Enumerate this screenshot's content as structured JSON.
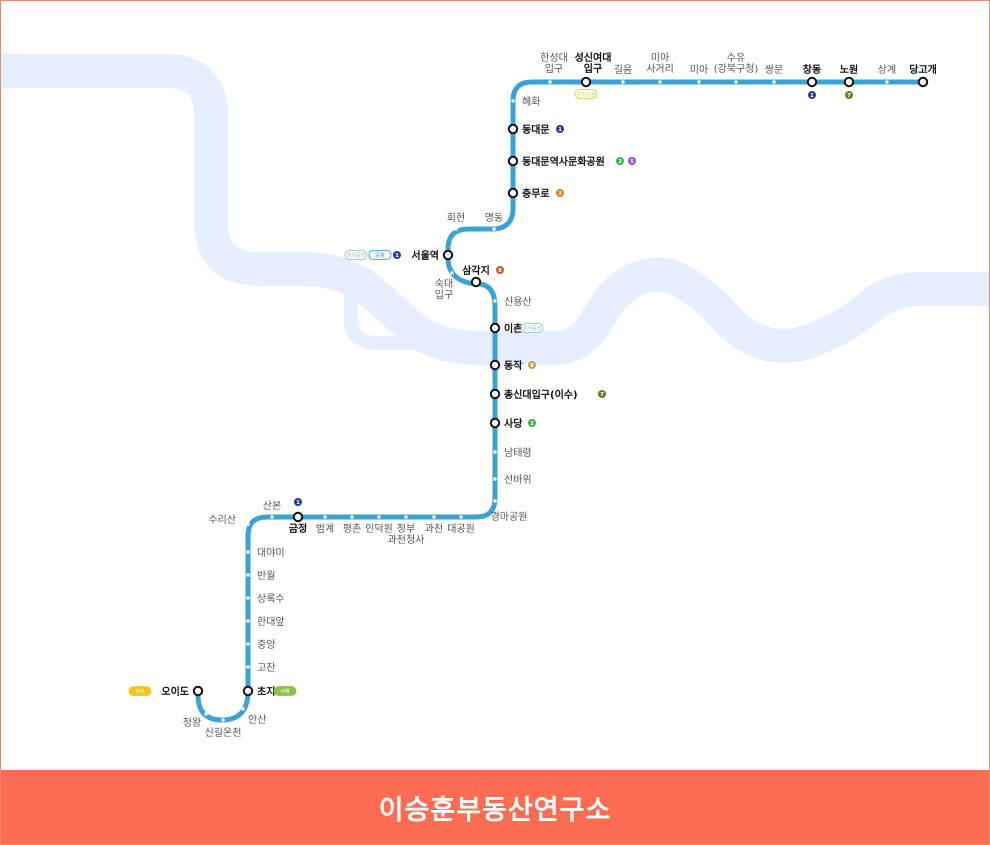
{
  "brand": {
    "footer_title": "이승훈부동산연구소",
    "footer_color": "#fc6c52"
  },
  "colors": {
    "line4": "#3ba2d8",
    "river": "#e5efff",
    "line1": "#263c96",
    "line2": "#3ab34a",
    "line3": "#ef7c1c",
    "line5": "#9a4dc3",
    "line6": "#b8602b",
    "line7": "#6f7b1f",
    "line9": "#c2a24b",
    "ui_sinlim": "#c9c930",
    "gyeongui": "#7fc9a6",
    "airport": "#1f8fd6",
    "suin": "#f3c51d",
    "seohae": "#8bc34a"
  },
  "stations": [
    {
      "name": "당고개",
      "major": true
    },
    {
      "name": "상계"
    },
    {
      "name": "노원",
      "major": true,
      "transfers": [
        {
          "label": "7",
          "color": "#6f7b1f"
        }
      ]
    },
    {
      "name": "창동",
      "major": true,
      "transfers": [
        {
          "label": "1",
          "color": "#263c96"
        }
      ]
    },
    {
      "name": "쌍문"
    },
    {
      "name": "수유",
      "sub": "(강북구청)"
    },
    {
      "name": "미아"
    },
    {
      "name": "미아",
      "sub": "사거리"
    },
    {
      "name": "길음"
    },
    {
      "name": "성신여대",
      "sub": "입구",
      "major": true,
      "transfers": [
        {
          "label": "우이신설",
          "color": "#c9c930",
          "pill": true
        }
      ]
    },
    {
      "name": "한성대",
      "sub": "입구"
    },
    {
      "name": "혜화"
    },
    {
      "name": "동대문",
      "major": true,
      "transfers": [
        {
          "label": "1",
          "color": "#263c96"
        }
      ]
    },
    {
      "name": "동대문역사문화공원",
      "major": true,
      "transfers": [
        {
          "label": "2",
          "color": "#3ab34a"
        },
        {
          "label": "5",
          "color": "#9a4dc3"
        }
      ]
    },
    {
      "name": "충무로",
      "major": true,
      "transfers": [
        {
          "label": "3",
          "color": "#ef7c1c"
        }
      ]
    },
    {
      "name": "명동"
    },
    {
      "name": "회현"
    },
    {
      "name": "서울역",
      "major": true,
      "transfers": [
        {
          "label": "경의중앙",
          "color": "#7fc9a6",
          "pill": true
        },
        {
          "label": "공항",
          "color": "#1f8fd6",
          "pill": true
        },
        {
          "label": "1",
          "color": "#263c96"
        }
      ]
    },
    {
      "name": "숙대",
      "sub": "입구"
    },
    {
      "name": "삼각지",
      "major": true,
      "transfers": [
        {
          "label": "6",
          "color": "#b8602b"
        }
      ]
    },
    {
      "name": "신용산"
    },
    {
      "name": "이촌",
      "major": true,
      "transfers": [
        {
          "label": "경의중앙",
          "color": "#7fc9a6",
          "pill": true
        }
      ]
    },
    {
      "name": "동작",
      "major": true,
      "transfers": [
        {
          "label": "9",
          "color": "#c2a24b"
        }
      ]
    },
    {
      "name": "총신대입구(이수)",
      "major": true,
      "transfers": [
        {
          "label": "7",
          "color": "#6f7b1f"
        }
      ]
    },
    {
      "name": "사당",
      "major": true,
      "transfers": [
        {
          "label": "2",
          "color": "#3ab34a"
        }
      ]
    },
    {
      "name": "남태령"
    },
    {
      "name": "선바위"
    },
    {
      "name": "경마공원"
    },
    {
      "name": "대공원"
    },
    {
      "name": "과천"
    },
    {
      "name": "정부",
      "sub": "과천청사"
    },
    {
      "name": "인덕원"
    },
    {
      "name": "평촌"
    },
    {
      "name": "범계"
    },
    {
      "name": "금정",
      "major": true,
      "transfers": [
        {
          "label": "1",
          "color": "#263c96"
        }
      ]
    },
    {
      "name": "산본"
    },
    {
      "name": "수리산"
    },
    {
      "name": "대야미"
    },
    {
      "name": "반월"
    },
    {
      "name": "상록수"
    },
    {
      "name": "한대앞"
    },
    {
      "name": "중앙"
    },
    {
      "name": "고잔"
    },
    {
      "name": "초지",
      "major": true,
      "transfers": [
        {
          "label": "서해",
          "color": "#8bc34a",
          "pill": true
        }
      ]
    },
    {
      "name": "안산"
    },
    {
      "name": "신길온천"
    },
    {
      "name": "정왕"
    },
    {
      "name": "오이도",
      "major": true,
      "transfers": [
        {
          "label": "수인",
          "color": "#f3c51d",
          "pill": true
        }
      ]
    }
  ]
}
